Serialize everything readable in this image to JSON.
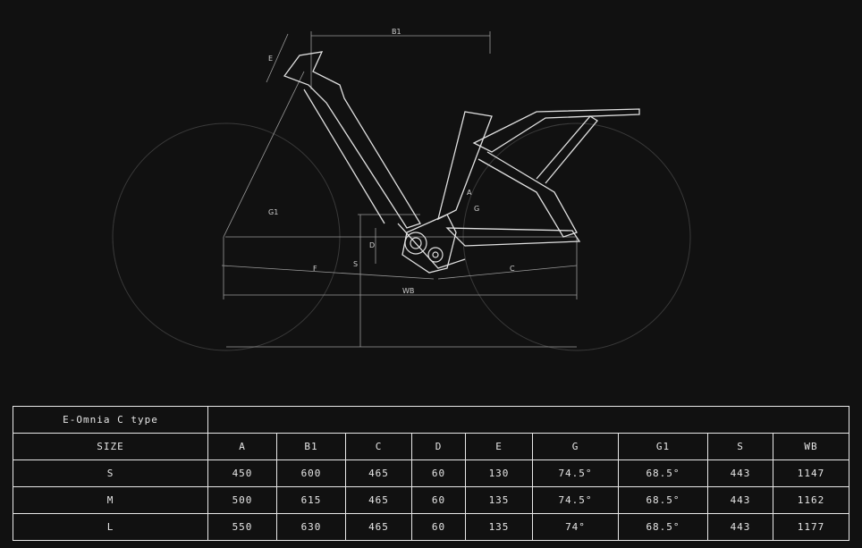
{
  "diagram": {
    "labels": {
      "b1": "B1",
      "e": "E",
      "g1": "G1",
      "a": "A",
      "g": "G",
      "d": "D",
      "s": "S",
      "f": "F",
      "c": "C",
      "wb": "WB"
    }
  },
  "table": {
    "title": "E-Omnia C type",
    "headers": [
      "SIZE",
      "A",
      "B1",
      "C",
      "D",
      "E",
      "G",
      "G1",
      "S",
      "WB"
    ],
    "rows": [
      [
        "S",
        "450",
        "600",
        "465",
        "60",
        "130",
        "74.5°",
        "68.5°",
        "443",
        "1147"
      ],
      [
        "M",
        "500",
        "615",
        "465",
        "60",
        "135",
        "74.5°",
        "68.5°",
        "443",
        "1162"
      ],
      [
        "L",
        "550",
        "630",
        "465",
        "60",
        "135",
        "74°",
        "68.5°",
        "443",
        "1177"
      ]
    ]
  }
}
